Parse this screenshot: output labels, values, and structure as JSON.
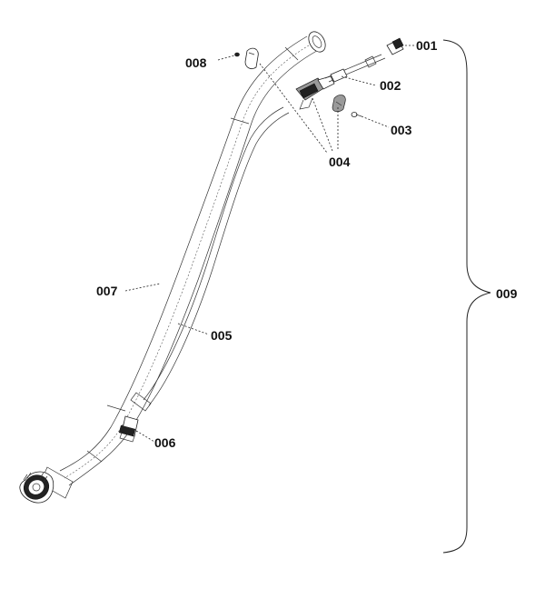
{
  "callouts": {
    "p001": "001",
    "p002": "002",
    "p003": "003",
    "p004": "004",
    "p005": "005",
    "p006": "006",
    "p007": "007",
    "p008": "008",
    "p009": "009"
  }
}
